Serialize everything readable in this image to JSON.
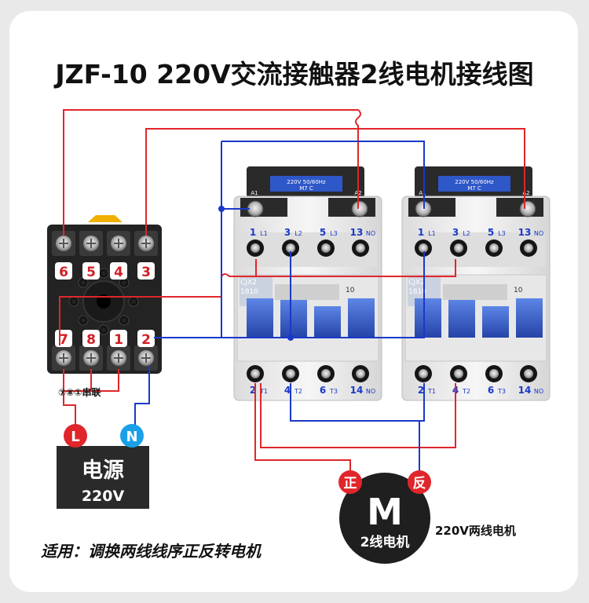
{
  "title": "JZF-10  220V交流接触器2线电机接线图",
  "relay": {
    "top_terminals": [
      "6",
      "5",
      "4",
      "3"
    ],
    "bottom_terminals": [
      "7",
      "8",
      "1",
      "2"
    ],
    "bridge_note": "⑦⑧①串联"
  },
  "contactor": {
    "rating_line1": "220V  50/60Hz",
    "rating_line2": "M7      C",
    "coil_a1": "A1",
    "coil_a2": "A2",
    "top_labels": [
      {
        "num": "1",
        "sub": "L1"
      },
      {
        "num": "3",
        "sub": "L2"
      },
      {
        "num": "5",
        "sub": "L3"
      },
      {
        "num": "13",
        "sub": "NO"
      }
    ],
    "bottom_labels": [
      {
        "num": "2",
        "sub": "T1"
      },
      {
        "num": "4",
        "sub": "T2"
      },
      {
        "num": "6",
        "sub": "T3"
      },
      {
        "num": "14",
        "sub": "NO"
      }
    ],
    "model_text_1": "CJX2",
    "model_text_2": "1810",
    "model_text_3": "10"
  },
  "power": {
    "l_label": "L",
    "n_label": "N",
    "name": "电源",
    "voltage": "220V"
  },
  "motor": {
    "letter": "M",
    "caption": "2线电机",
    "forward": "正",
    "reverse": "反",
    "description": "220V两线电机"
  },
  "footer_note": "适用：调换两线线序正反转电机",
  "colors": {
    "red_wire": "#e0262b",
    "blue_wire": "#1a39c9",
    "terminal_red": "#d21f26",
    "relay_body": "#232323",
    "relay_knob": "#f0b000",
    "contactor_body": "#ececec",
    "contactor_blue": "#2e57c8",
    "power_box": "#2a2a2a",
    "motor_body": "#1f1f1f"
  }
}
